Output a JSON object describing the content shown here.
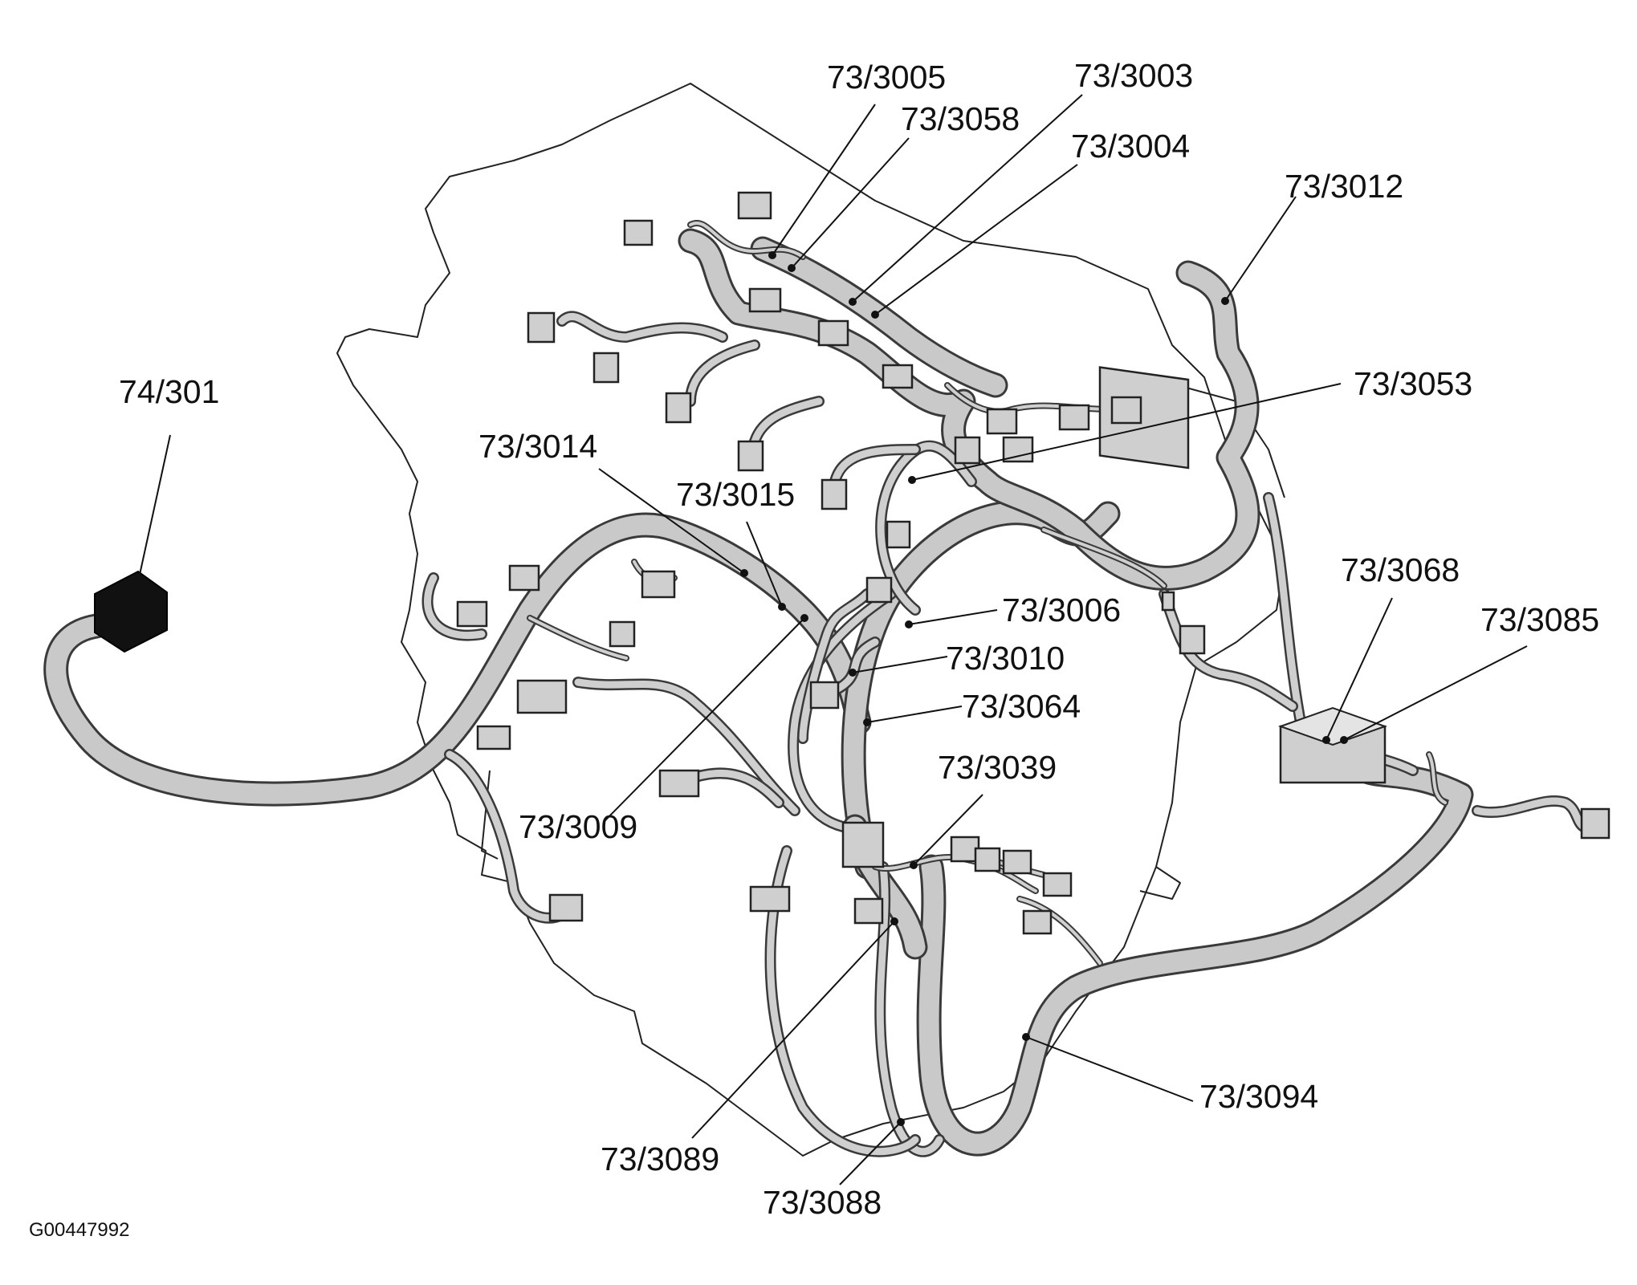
{
  "labels": [
    {
      "id": "74-301",
      "text": "74/301"
    },
    {
      "id": "73-3005",
      "text": "73/3005"
    },
    {
      "id": "73-3058",
      "text": "73/3058"
    },
    {
      "id": "73-3003",
      "text": "73/3003"
    },
    {
      "id": "73-3004",
      "text": "73/3004"
    },
    {
      "id": "73-3012",
      "text": "73/3012"
    },
    {
      "id": "73-3053",
      "text": "73/3053"
    },
    {
      "id": "73-3014",
      "text": "73/3014"
    },
    {
      "id": "73-3015",
      "text": "73/3015"
    },
    {
      "id": "73-3006",
      "text": "73/3006"
    },
    {
      "id": "73-3010",
      "text": "73/3010"
    },
    {
      "id": "73-3064",
      "text": "73/3064"
    },
    {
      "id": "73-3068",
      "text": "73/3068"
    },
    {
      "id": "73-3085",
      "text": "73/3085"
    },
    {
      "id": "73-3039",
      "text": "73/3039"
    },
    {
      "id": "73-3009",
      "text": "73/3009"
    },
    {
      "id": "73-3094",
      "text": "73/3094"
    },
    {
      "id": "73-3089",
      "text": "73/3089"
    },
    {
      "id": "73-3088",
      "text": "73/3088"
    }
  ],
  "figure_ref": "G00447992"
}
